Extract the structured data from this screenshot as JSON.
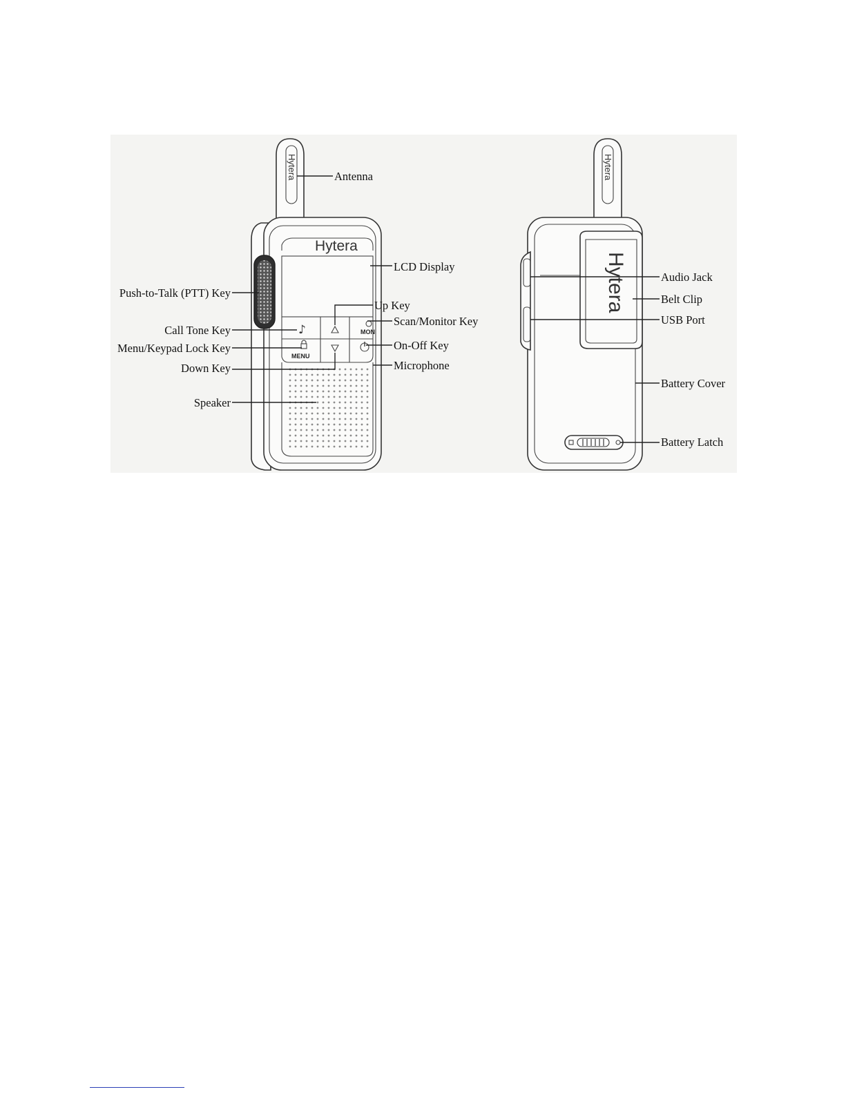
{
  "brand": "Hytera",
  "front_labels": {
    "antenna": "Antenna",
    "lcd_display": "LCD Display",
    "ptt_key": "Push-to-Talk (PTT) Key",
    "up_key": "Up Key",
    "call_tone_key": "Call Tone Key",
    "scan_monitor_key": "Scan/Monitor Key",
    "menu_keypad_lock_key": "Menu/Keypad Lock Key",
    "on_off_key": "On-Off Key",
    "down_key": "Down Key",
    "microphone": "Microphone",
    "speaker": "Speaker"
  },
  "back_labels": {
    "audio_jack": "Audio Jack",
    "belt_clip": "Belt Clip",
    "usb_port": "USB Port",
    "battery_cover": "Battery Cover",
    "battery_latch": "Battery Latch"
  },
  "key_text": {
    "menu": "MENU",
    "mon": "MON"
  }
}
